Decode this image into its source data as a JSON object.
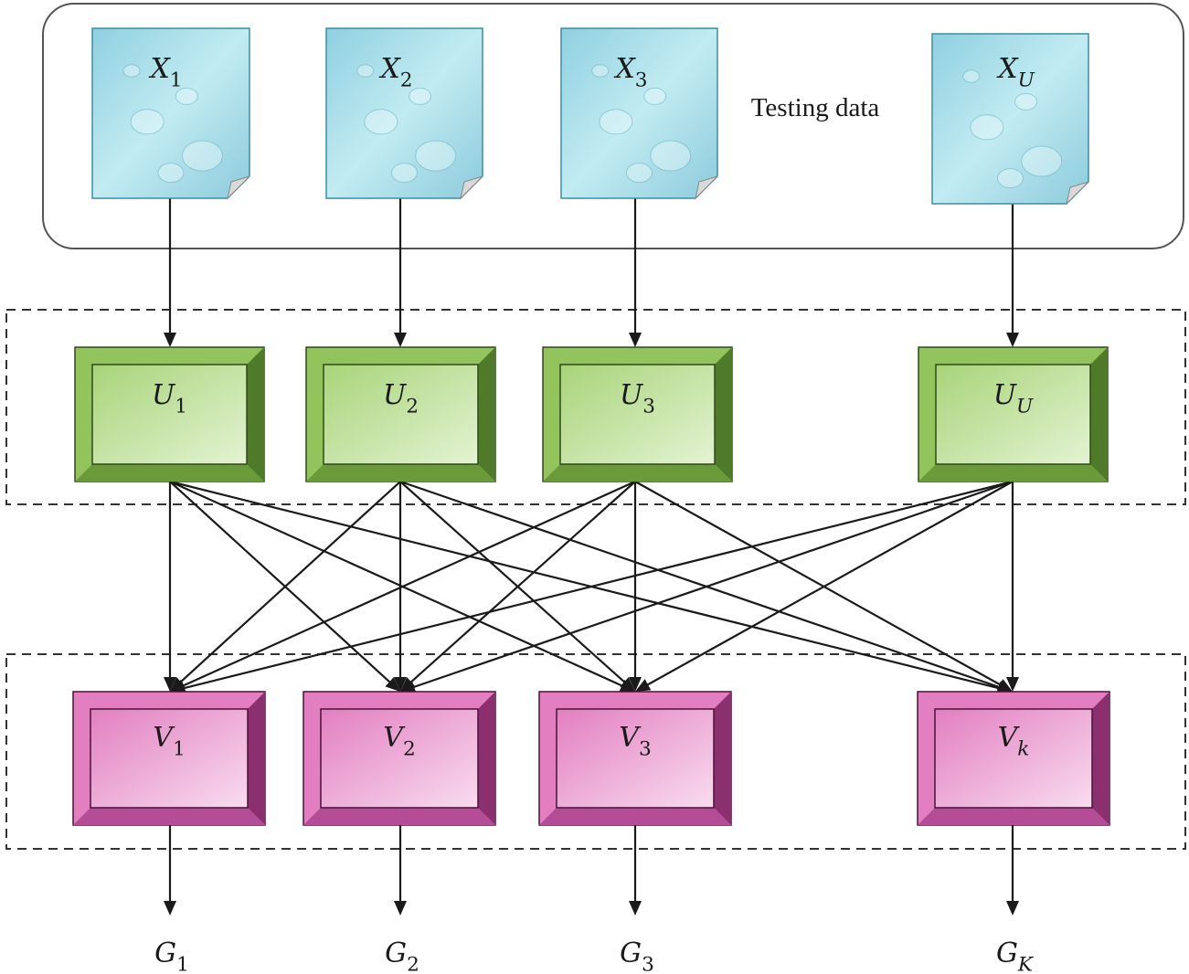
{
  "caption_label": "Testing data",
  "inputs": [
    {
      "base": "X",
      "sub": "1"
    },
    {
      "base": "X",
      "sub": "2"
    },
    {
      "base": "X",
      "sub": "3"
    },
    {
      "base": "X",
      "sub": "U"
    }
  ],
  "hidden": [
    {
      "base": "U",
      "sub": "1"
    },
    {
      "base": "U",
      "sub": "2"
    },
    {
      "base": "U",
      "sub": "3"
    },
    {
      "base": "U",
      "sub": "U"
    }
  ],
  "outputs": [
    {
      "base": "V",
      "sub": "1"
    },
    {
      "base": "V",
      "sub": "2"
    },
    {
      "base": "V",
      "sub": "3"
    },
    {
      "base": "V",
      "sub": "k"
    }
  ],
  "results": [
    {
      "base": "G",
      "sub": "1"
    },
    {
      "base": "G",
      "sub": "2"
    },
    {
      "base": "G",
      "sub": "3"
    },
    {
      "base": "G",
      "sub": "K"
    }
  ],
  "colors": {
    "doc_fill": "#a8dbe6",
    "hidden_fill": "#93c35c",
    "hidden_dark": "#4f7a2a",
    "output_fill": "#e37ec0",
    "output_dark": "#8b2f6f",
    "line": "#1a1a1a"
  }
}
